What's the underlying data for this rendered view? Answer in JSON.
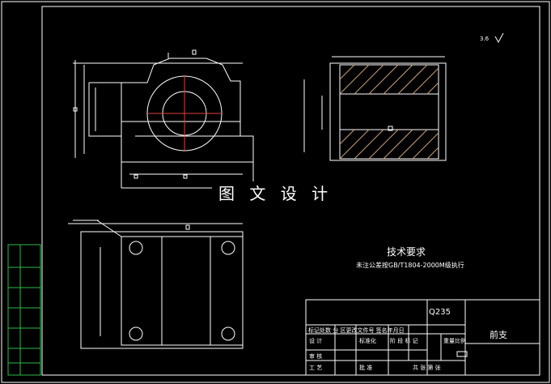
{
  "watermark": "图 文 设 计",
  "tech_requirements": {
    "title": "技术要求",
    "note": "未注公差按GB/T1804-2000M级执行"
  },
  "roughness": {
    "top_right": "3.6"
  },
  "title_block": {
    "material": "Q235",
    "part_name": "前支",
    "row_revision": "标记处数 分 区更改文件号 签名年月日",
    "design_label": "设 计",
    "standardization_label": "标准化",
    "stage_labels": "阶 段 标 记",
    "weight_label": "重量",
    "scale_label": "比例",
    "review_label": "审 核",
    "process_label": "工 艺",
    "approve_label": "批 准",
    "sheets_label": "共  张  第  张"
  },
  "colors": {
    "background": "#000000",
    "outline": "#ffffff",
    "border_green": "#2fb84a",
    "hatch": "#c8a27a",
    "centerline": "#e04040"
  }
}
